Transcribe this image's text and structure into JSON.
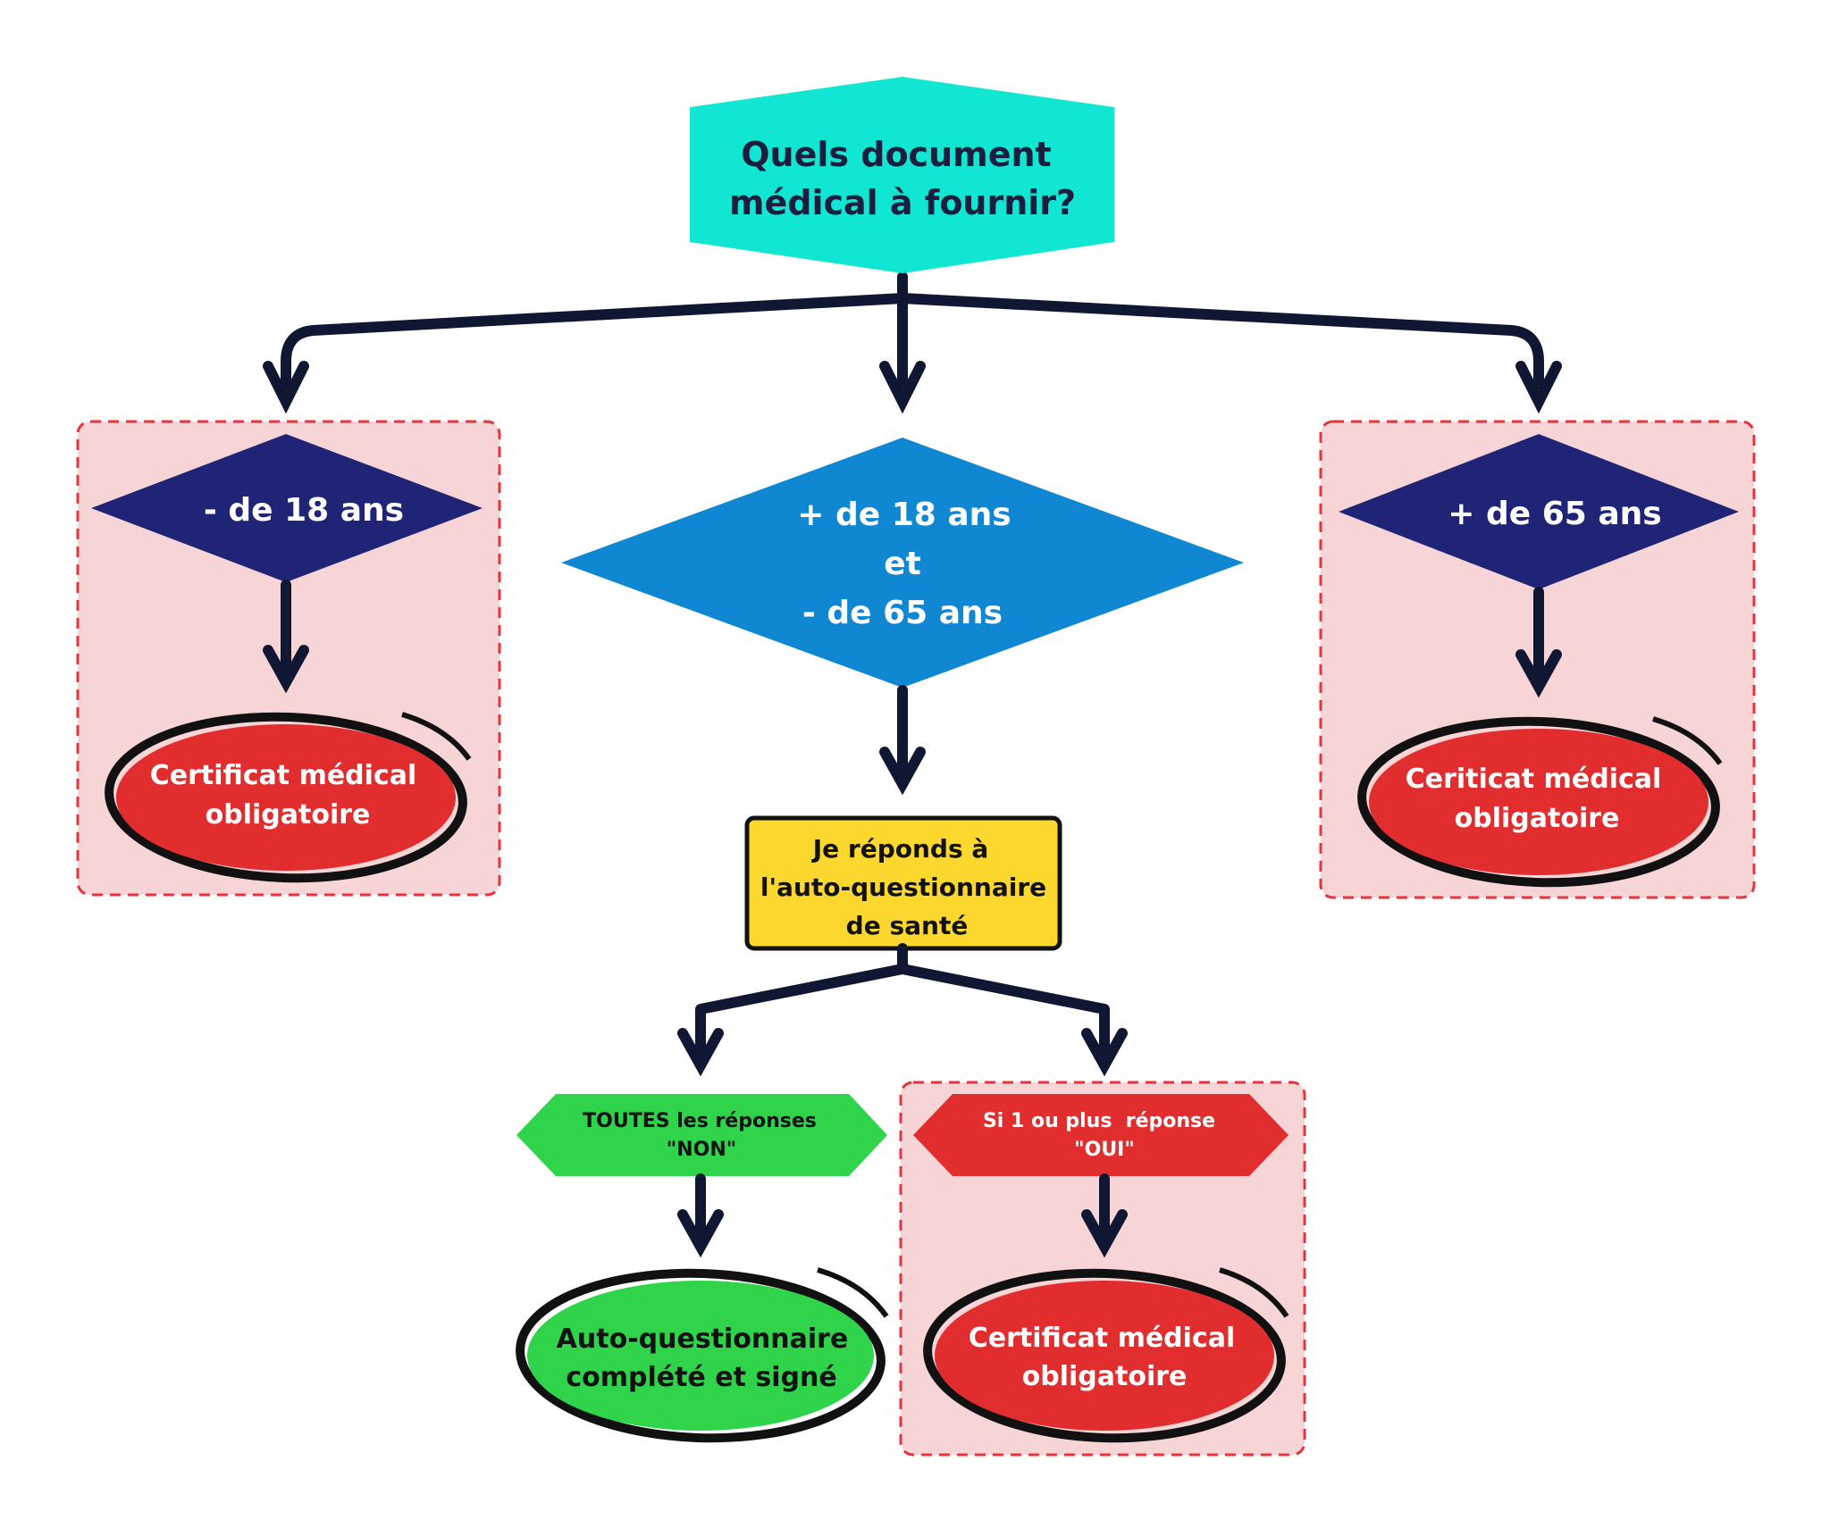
{
  "colors": {
    "top_box": "#11e6d3",
    "diamond_dark": "#1f2477",
    "diamond_blue": "#0f87d2",
    "question_box": "#fcd72e",
    "green": "#2fd44b",
    "red": "#e22d2f",
    "panel_fill": "#f7d5d6",
    "panel_border": "#e8333c",
    "arrow": "#0f1733"
  },
  "top": {
    "line1": "Quels document",
    "line2": "médical à fournir?"
  },
  "left": {
    "condition": "- de 18 ans",
    "result_line1": "Certificat médical",
    "result_line2": "obligatoire"
  },
  "middle": {
    "condition_line1": "+ de 18 ans",
    "condition_line2": "et",
    "condition_line3": "- de 65 ans",
    "question_line1": "Je réponds à",
    "question_line2": "l'auto-questionnaire",
    "question_line3": "de santé"
  },
  "right": {
    "condition": "+ de 65 ans",
    "result_line1": "Ceriticat médical",
    "result_line2": "obligatoire"
  },
  "bottom_left": {
    "condition_line1": "TOUTES les réponses",
    "condition_line2": "\"NON\"",
    "result_line1": "Auto-questionnaire",
    "result_line2": "complété et signé"
  },
  "bottom_right": {
    "condition_line1": "Si 1 ou plus  réponse",
    "condition_line2": "\"OUI\"",
    "result_line1": "Certificat médical",
    "result_line2": "obligatoire"
  }
}
